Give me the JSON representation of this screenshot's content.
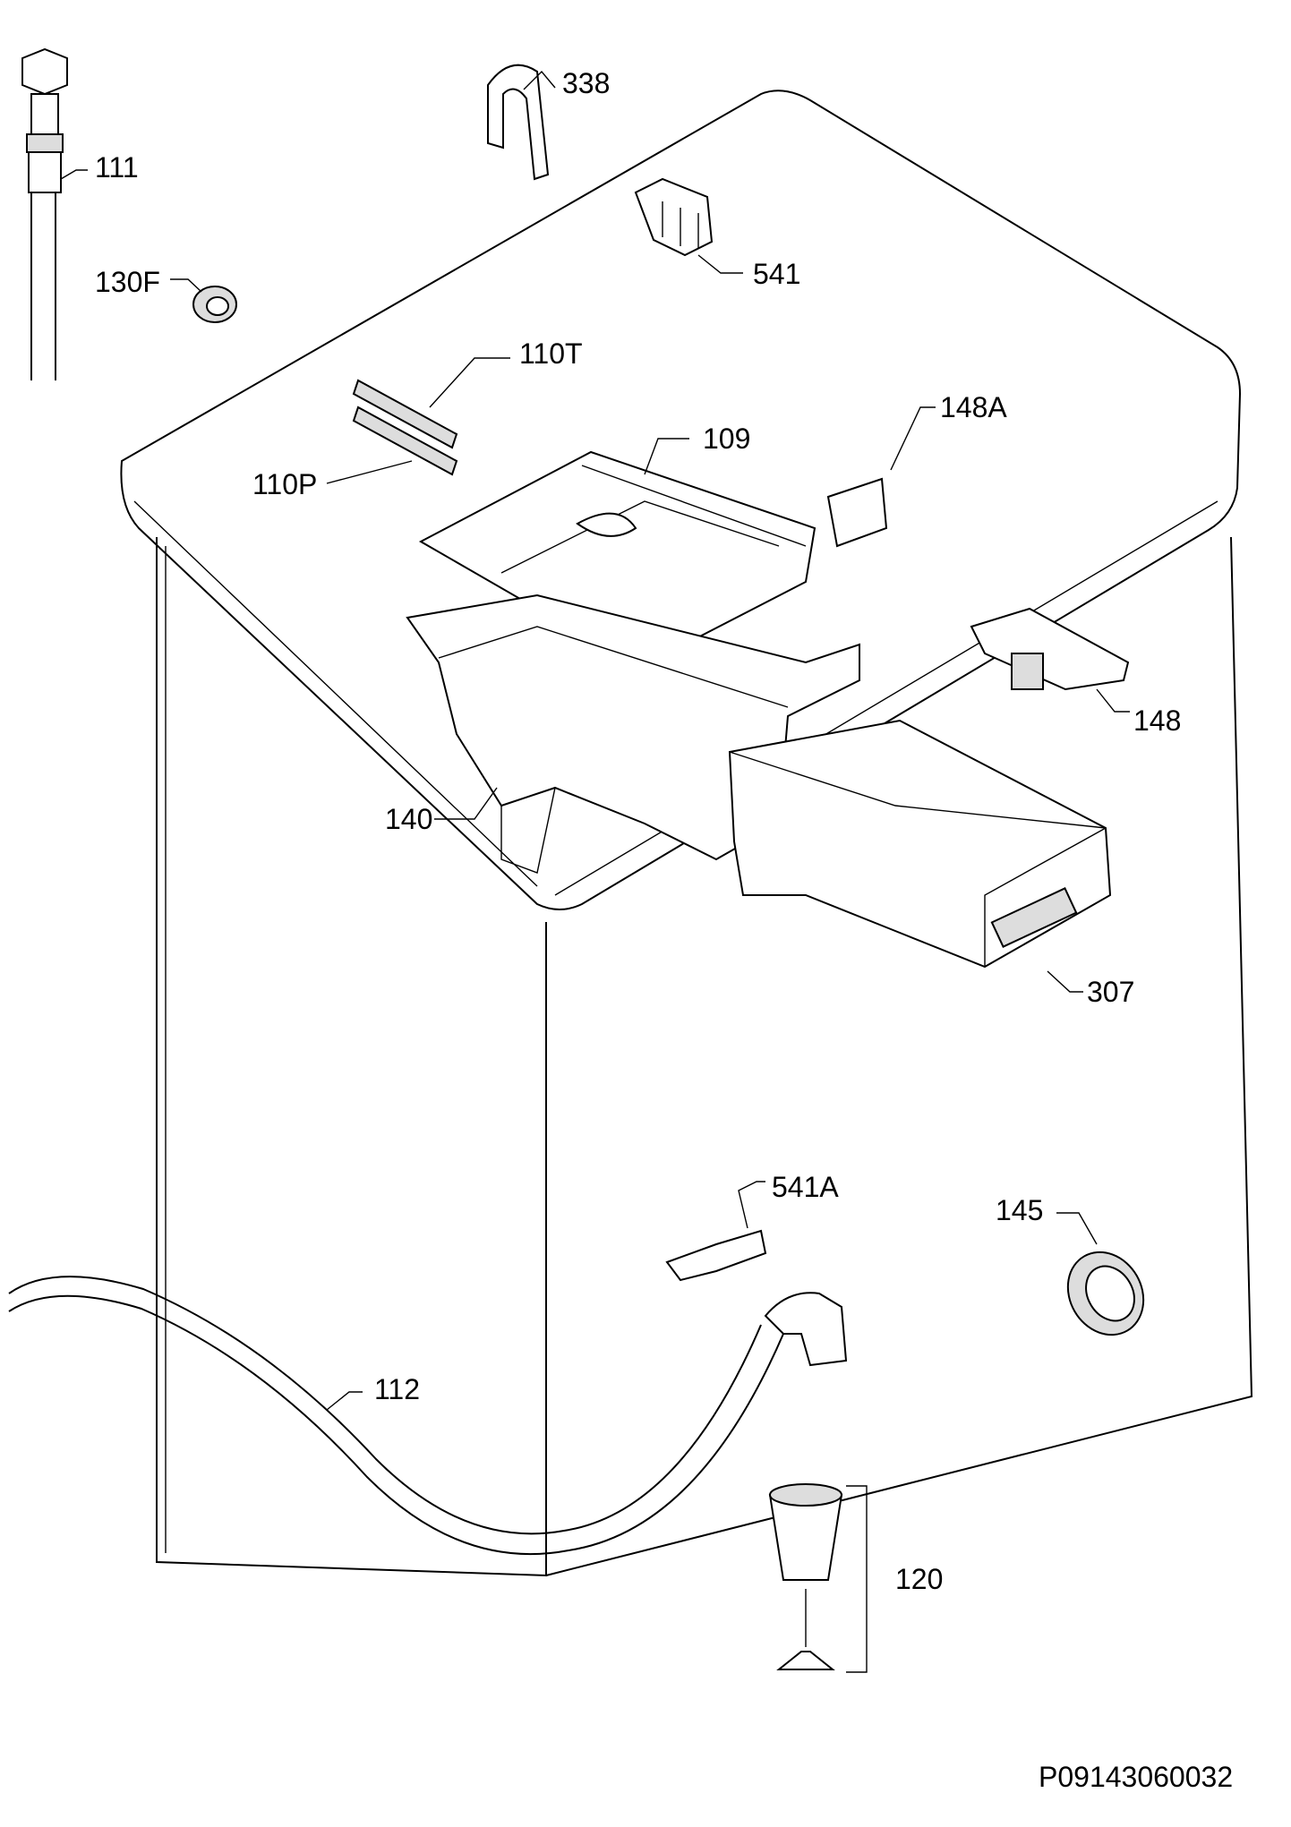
{
  "diagram": {
    "labels": {
      "p111": "111",
      "p130F": "130F",
      "p338": "338",
      "p541": "541",
      "p110T": "110T",
      "p109": "109",
      "p148A": "148A",
      "p110P": "110P",
      "p148": "148",
      "p140": "140",
      "p307": "307",
      "p541A": "541A",
      "p145": "145",
      "p112": "112",
      "p120": "120"
    },
    "drawing_code": "P09143060032"
  }
}
